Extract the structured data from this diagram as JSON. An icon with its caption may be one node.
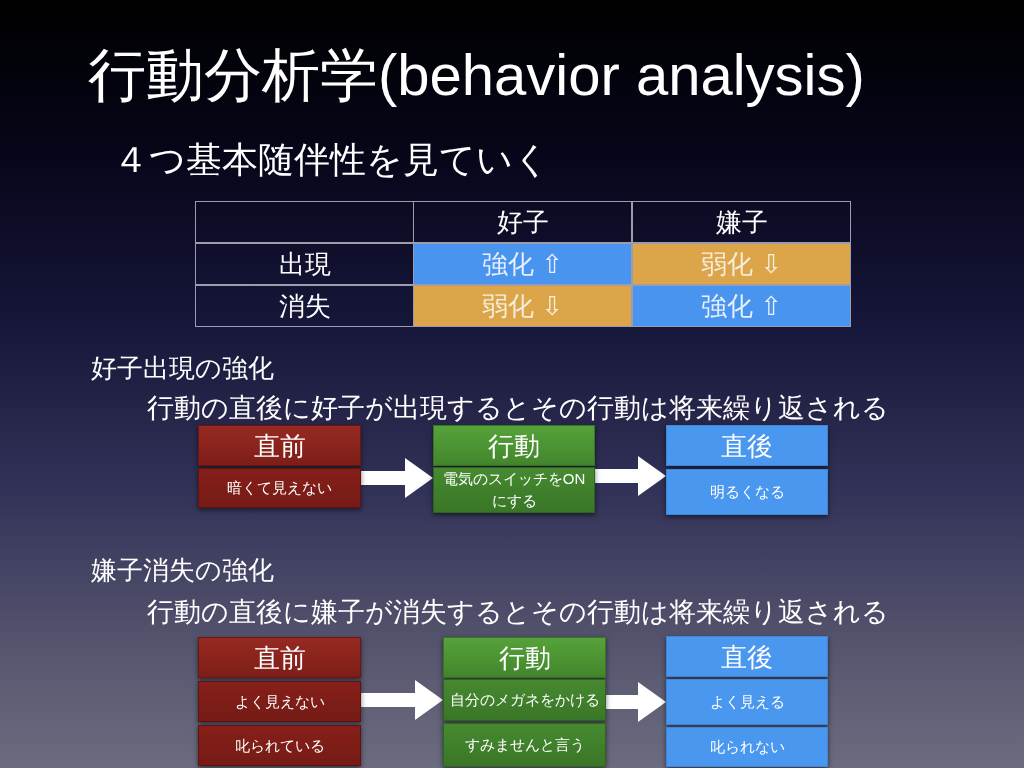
{
  "diagram": {
    "title": "行動分析学(behavior analysis)",
    "nodes": [
      {
        "text": [
          "直前"
        ]
      },
      {
        "text": [
          "暗くて見えない"
        ]
      },
      {
        "text": [
          "行動"
        ]
      },
      {
        "text": [
          "電気のスイッチをONにする"
        ]
      },
      {
        "text": [
          "直後"
        ]
      },
      {
        "text": [
          "明るくなる"
        ]
      },
      {
        "text": [
          "直前"
        ]
      },
      {
        "text": [
          "よく見えない"
        ]
      },
      {
        "text": [
          "叱られている"
        ]
      },
      {
        "text": [
          "行動"
        ]
      },
      {
        "text": [
          "自分のメガネをかける"
        ]
      },
      {
        "text": [
          "すみませんと言う"
        ]
      },
      {
        "text": [
          "直後"
        ]
      },
      {
        "text": [
          "よく見える"
        ]
      },
      {
        "text": [
          "叱られない"
        ]
      }
    ],
    "edges": [
      {
        "from": 1,
        "to": 3,
        "arrow": "to"
      },
      {
        "from": 3,
        "to": 5,
        "arrow": "to"
      },
      {
        "from": 7,
        "to": 10,
        "arrow": "to"
      },
      {
        "from": 10,
        "to": 13,
        "arrow": "to"
      }
    ],
    "labels": [
      "４つ基本随伴性を見ていく",
      "好子",
      "嫌子",
      "出現",
      "強化 ⇧",
      "弱化 ⇩",
      "消失",
      "弱化 ⇩",
      "強化 ⇧",
      "好子出現の強化",
      "行動の直後に好子が出現するとその行動は将来繰り返される",
      "嫌子消失の強化",
      "行動の直後に嫌子が消失するとその行動は将来繰り返される"
    ]
  }
}
